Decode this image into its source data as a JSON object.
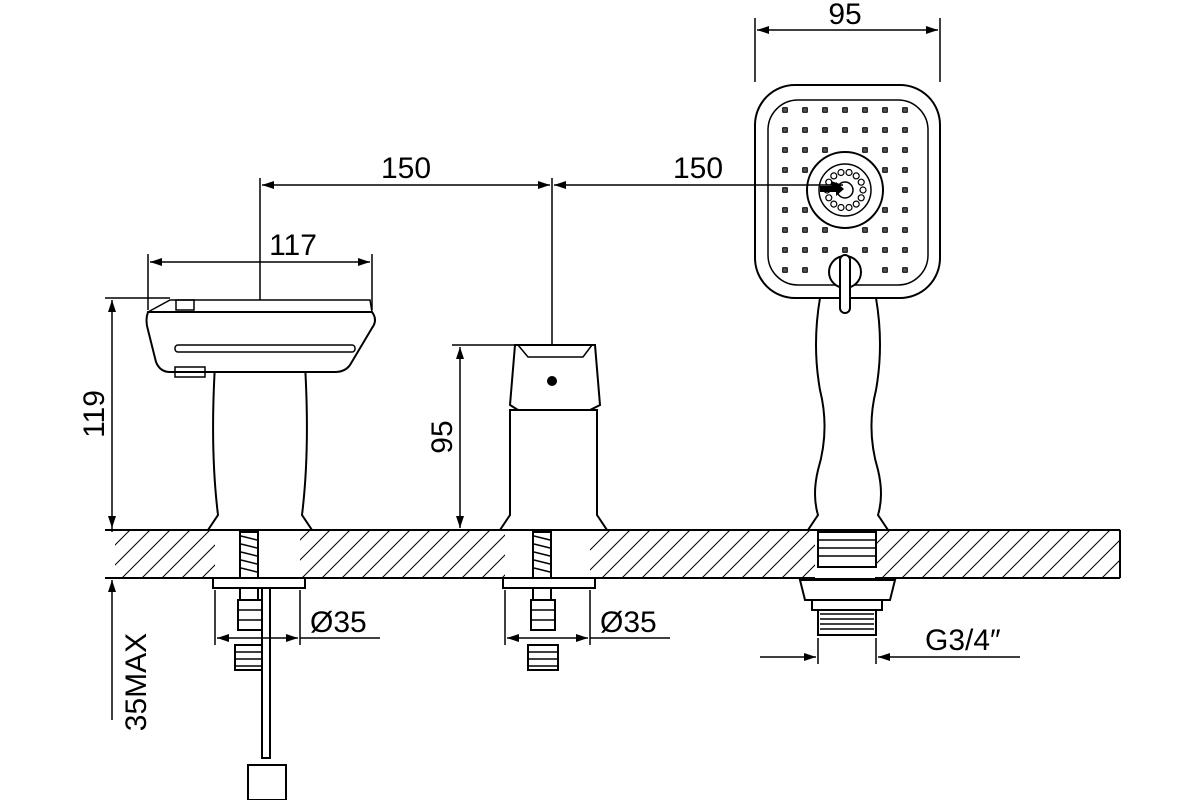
{
  "dimensions": {
    "head_width": "95",
    "spacing_left": "150",
    "spacing_right": "150",
    "handle_width": "117",
    "spout_height": "119",
    "valve_height": "95",
    "deck_thickness": "35MAX",
    "hole_diameter_left": "Ø35",
    "hole_diameter_right": "Ø35",
    "thread_size": "G3/4″"
  }
}
